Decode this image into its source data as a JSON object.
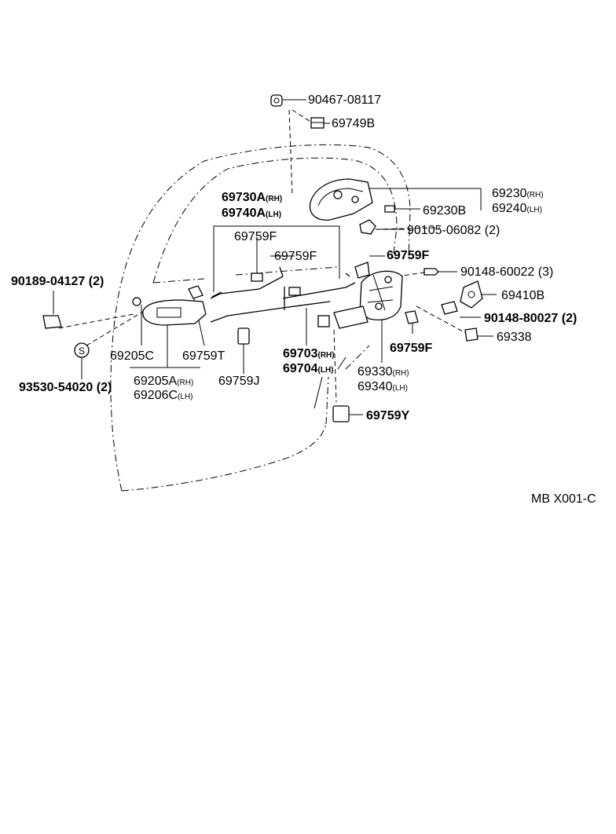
{
  "diagram_code": "MB X001-C",
  "labels": {
    "p90467": "90467-08117",
    "p69749B": "69749B",
    "p69730A": "69730A",
    "p69730A_sub": "(RH)",
    "p69740A": "69740A",
    "p69740A_sub": "(LH)",
    "p69230": "69230",
    "p69230_sub": "(RH)",
    "p69240": "69240",
    "p69240_sub": "(LH)",
    "p69230B": "69230B",
    "p90105": "90105-06082 (2)",
    "p69759F_a": "69759F",
    "p69759F_b": "69759F",
    "p69759F_c": "69759F",
    "p69759F_d": "69759F",
    "p90148_6": "90148-60022 (3)",
    "p69410B": "69410B",
    "p90148_8": "90148-80027 (2)",
    "p69338": "69338",
    "p90189": "90189-04127 (2)",
    "s_mark": "S",
    "p93530": "93530-54020 (2)",
    "p69205C": "69205C",
    "p69759T": "69759T",
    "p69759J": "69759J",
    "p69205A": "69205A",
    "p69205A_sub": "(RH)",
    "p69206C": "69206C",
    "p69206C_sub": "(LH)",
    "p69703": "69703",
    "p69703_sub": "(RH)",
    "p69704": "69704",
    "p69704_sub": "(LH)",
    "p69330": "69330",
    "p69330_sub": "(RH)",
    "p69340": "69340",
    "p69340_sub": "(LH)",
    "p69759Y": "69759Y"
  }
}
